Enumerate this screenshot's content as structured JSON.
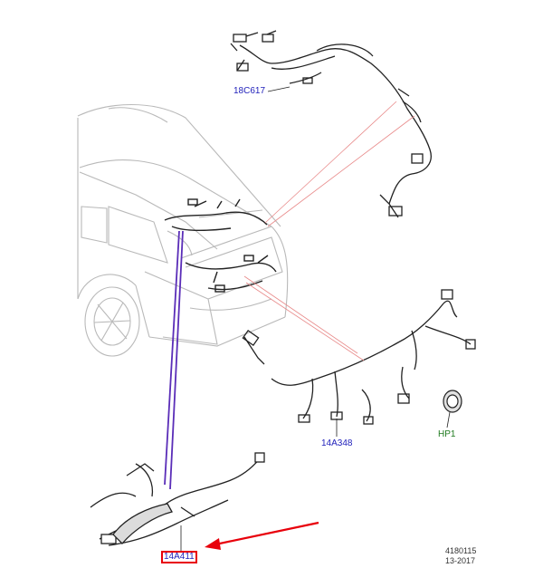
{
  "labels": {
    "harness_top": "18C617",
    "harness_rear": "14A348",
    "grommet": "HP1",
    "harness_highlight": "14A411"
  },
  "reference": {
    "code": "4180115",
    "date": "13-2017"
  },
  "colors": {
    "part_label": "#2222bb",
    "grommet_label": "#1f7a1f",
    "highlight": "#e8000b",
    "leader_line": "#5a2db8",
    "callout_line": "#e88a8a",
    "line_art": "#222222"
  }
}
